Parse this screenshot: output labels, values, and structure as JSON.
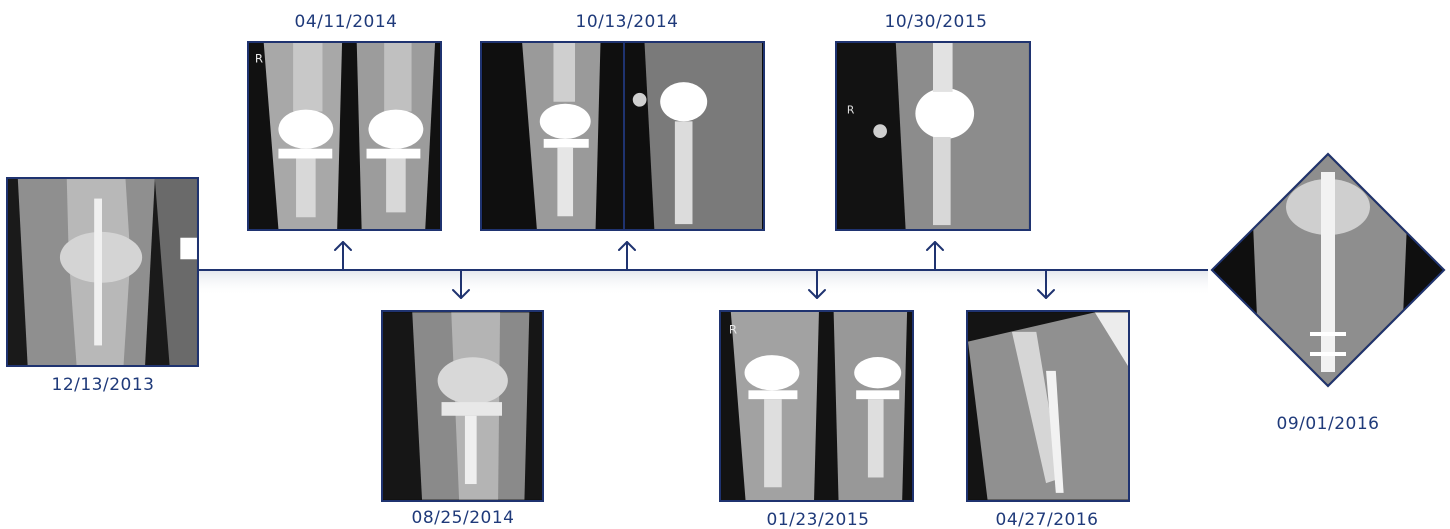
{
  "timeline": {
    "line_color": "#1f3370",
    "frame_color": "#1f3370",
    "label_color": "#1f3a7a",
    "events": [
      {
        "date": "12/13/2013",
        "position": "start",
        "view": "knee-ap-preop"
      },
      {
        "date": "04/11/2014",
        "position": "above",
        "view": "bilateral-knee-prosthesis-ap"
      },
      {
        "date": "08/25/2014",
        "position": "below",
        "view": "knee-ap-revision"
      },
      {
        "date": "10/13/2014",
        "position": "above",
        "view": "knee-prosthesis-ap-and-lateral"
      },
      {
        "date": "01/23/2015",
        "position": "below",
        "view": "bilateral-knee-prosthesis-ap"
      },
      {
        "date": "10/30/2015",
        "position": "above",
        "view": "knee-prosthesis-lateral"
      },
      {
        "date": "04/27/2016",
        "position": "below",
        "view": "leg-oblique"
      },
      {
        "date": "09/01/2016",
        "position": "end",
        "view": "leg-ap-intramedullary-nail"
      }
    ]
  },
  "markers": {
    "radiograph_letter": "R"
  }
}
